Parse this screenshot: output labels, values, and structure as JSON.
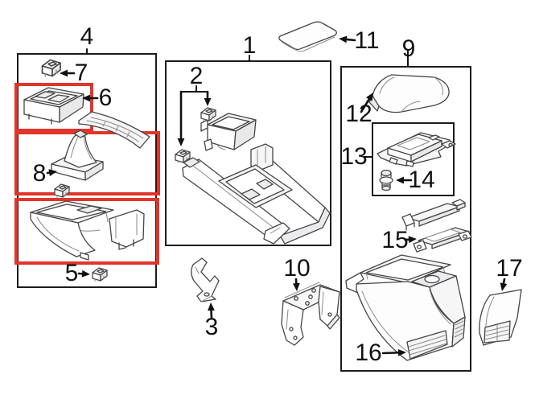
{
  "diagram": {
    "type": "exploded-parts-diagram",
    "background": "#ffffff",
    "outline_color": "#454545",
    "box_border_color": "#1c1c1c",
    "highlight_color": "#e1352b",
    "label_color": "#111111"
  },
  "labels": {
    "p1": "1",
    "p2": "2",
    "p3": "3",
    "p4": "4",
    "p5": "5",
    "p6": "6",
    "p7": "7",
    "p8": "8",
    "p9": "9",
    "p10": "10",
    "p11": "11",
    "p12": "12",
    "p13": "13",
    "p14": "14",
    "p15": "15",
    "p16": "16",
    "p17": "17"
  }
}
